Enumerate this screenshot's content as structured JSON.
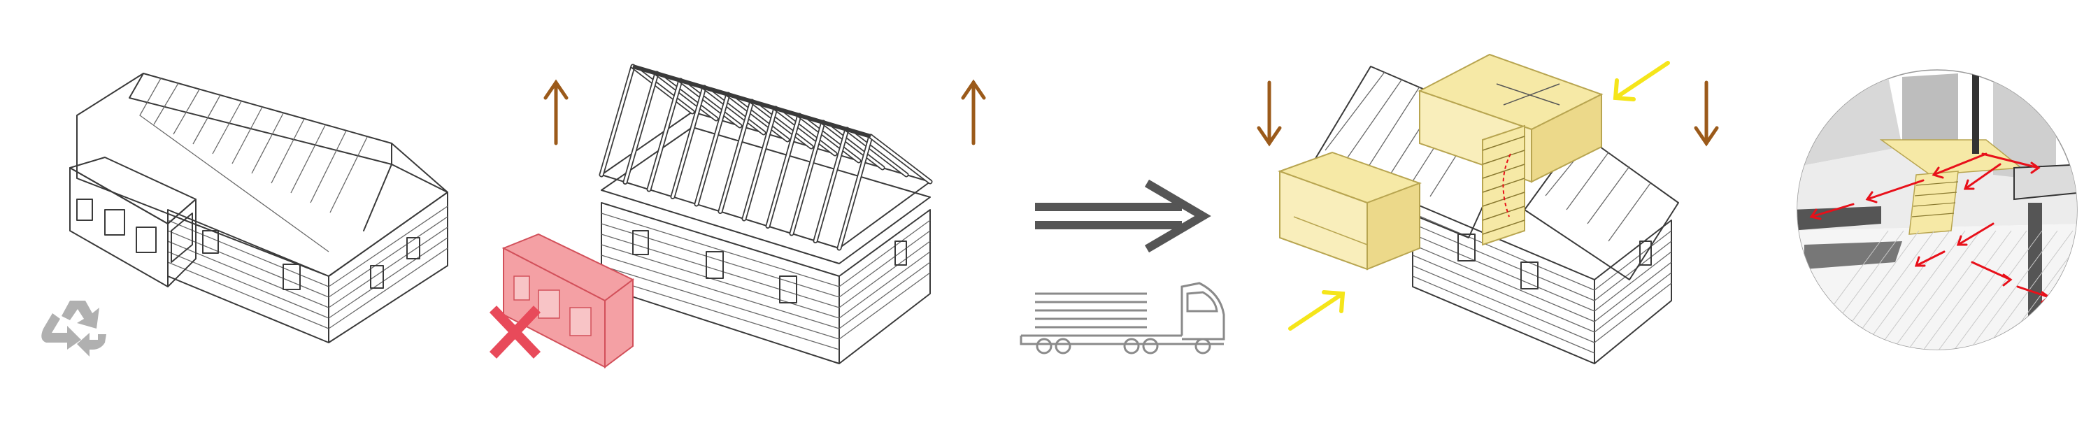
{
  "colors": {
    "ink": "#3a3a3a",
    "line_light": "#9a9a9a",
    "arrow_brown": "#9b5a1a",
    "arrow_yellow": "#f5e51a",
    "removed_fill": "#f4a0a4",
    "removed_stroke": "#d2505a",
    "cross": "#e84a5a",
    "new_volume": "#f6e9a6",
    "new_volume_stroke": "#b8a550",
    "flow_red": "#e8101a",
    "recycle": "#b0b0b0",
    "truck": "#8a8a8a",
    "implies": "#555555"
  },
  "icons": {
    "recycle": "recycle-icon",
    "remove": "cross-icon",
    "transport": "truck-icon",
    "implies": "double-arrow-icon",
    "lift": "arrow-up-icon",
    "lower": "arrow-down-icon",
    "insert": "arrow-diagonal-icon",
    "detail": "magnifier-circle"
  },
  "stages": [
    {
      "id": "existing-house",
      "icon": "recycle-icon"
    },
    {
      "id": "frame-lifted",
      "lift_arrows": 2,
      "removed_volume": "annex"
    },
    {
      "id": "transport",
      "icon": "truck-icon"
    },
    {
      "id": "new-volumes-inserted",
      "lower_arrows": 2,
      "insert_arrows": 2
    },
    {
      "id": "detail-circulation",
      "flow_arrows": 9
    }
  ]
}
